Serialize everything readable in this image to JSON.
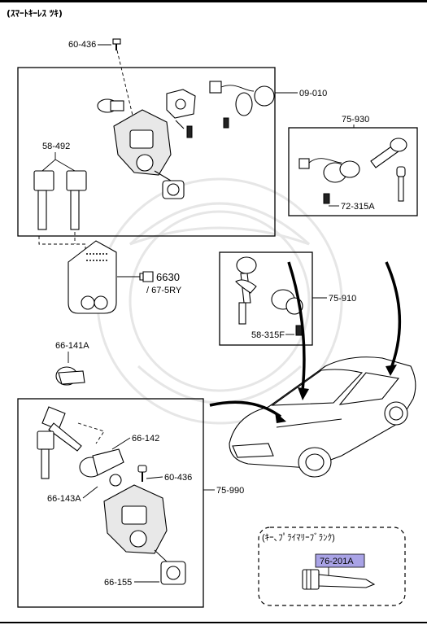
{
  "header": {
    "title": "(ｽﾏｰﾄｷｰﾚｽ ﾂｷ)"
  },
  "labels": {
    "p60_436_top": "60-436",
    "p09_010": "09-010",
    "p58_492": "58-492",
    "p75_930": "75-930",
    "p72_315A": "72-315A",
    "p6630": "6630",
    "p67_5RY": "/ 67-5RY",
    "p75_910": "75-910",
    "p58_315F": "58-315F",
    "p66_141A": "66-141A",
    "p66_142": "66-142",
    "p60_436_bottom": "60-436",
    "p66_143A": "66-143A",
    "p75_990": "75-990",
    "p66_155": "66-155"
  },
  "inset": {
    "title": "(ｷｰ､ﾌﾟﾗｲﾏﾘｰﾌﾞﾗﾝｸ)",
    "part_label": "76-201A",
    "highlight_color": "#a9a3e6"
  },
  "icons": [
    "pointing-hand-icon"
  ]
}
